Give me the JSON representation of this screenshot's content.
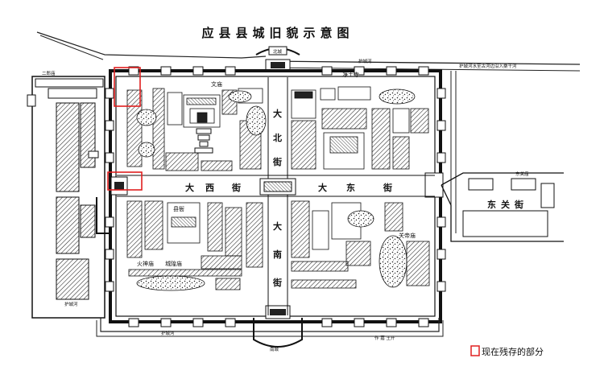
{
  "title": "应县县城旧貌示意图",
  "legend": {
    "label": "现在残存的部分",
    "highlight_color": "#e02020"
  },
  "gates": {
    "north": "北城",
    "south": "南城"
  },
  "moat_labels": {
    "north": "护城河",
    "south": "护城河",
    "southwest": "护城河"
  },
  "north_road_note": "护城河水至古河边沿入桑干河",
  "streets": {
    "west_a": "大",
    "west_b": "西",
    "west_c": "街",
    "east_a": "大",
    "east_b": "东",
    "east_c": "街",
    "north_a": "大",
    "north_b": "北",
    "north_c": "街",
    "south_a": "大",
    "south_b": "南",
    "south_c": "街",
    "outer_east_a": "东",
    "outer_east_b": "关",
    "outer_east_c": "街"
  },
  "places": {
    "erlang": "二郎庙",
    "jingtu": "净土寺",
    "wenmiao": "文庙",
    "xianya": "县衙",
    "huoshen": "火神庙",
    "chenghuang": "城隍庙",
    "guandi": "关帝庙",
    "dongguan_temple": "东关庙"
  },
  "credit": "作 嘉 王开"
}
